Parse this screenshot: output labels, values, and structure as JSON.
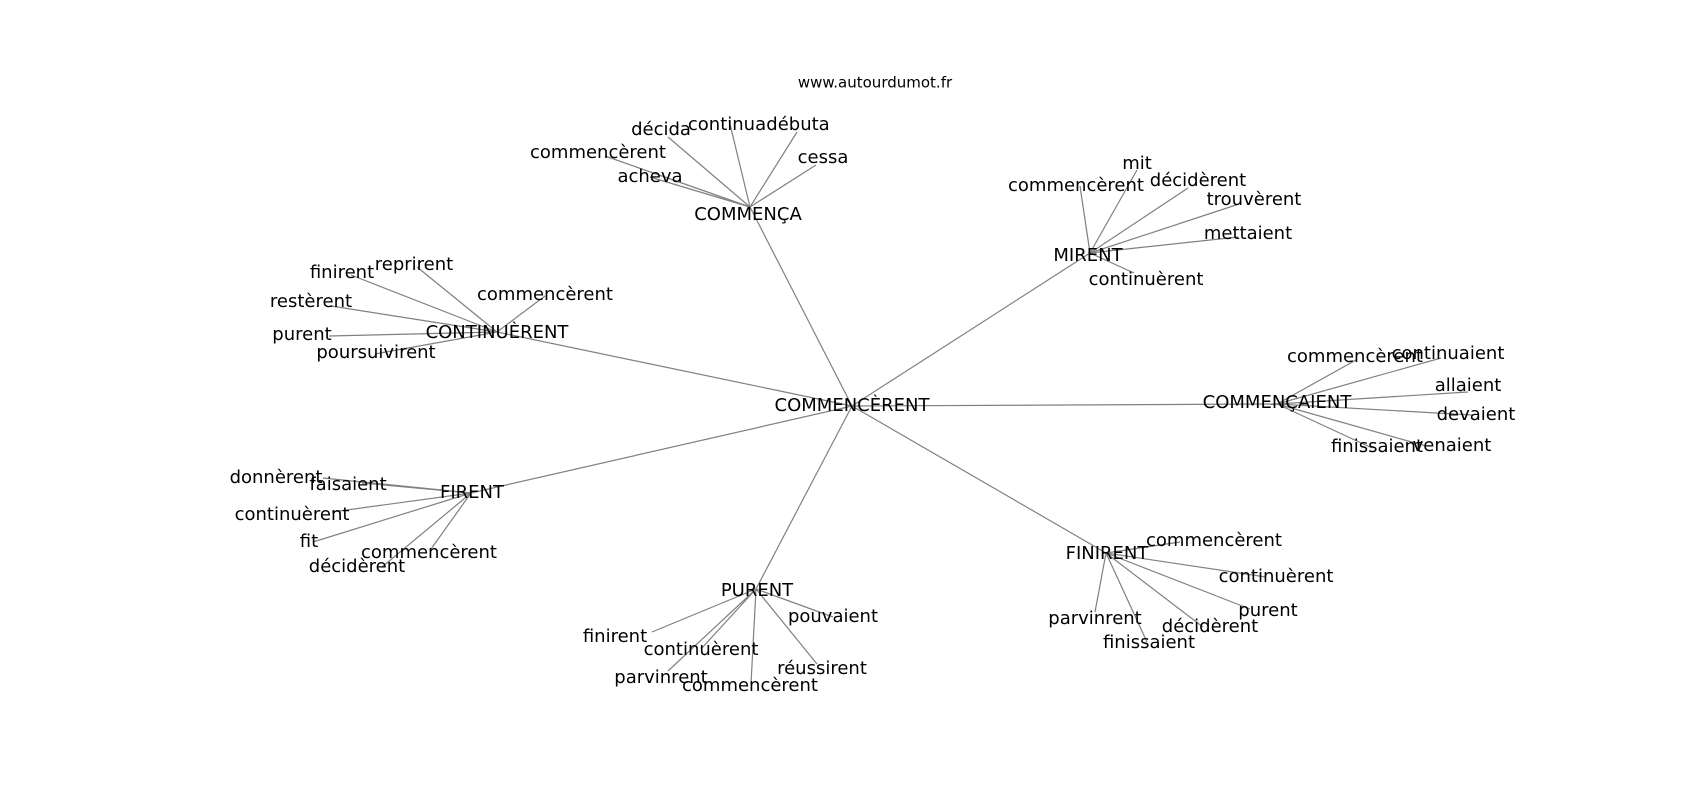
{
  "header": {
    "site_url": "www.autourdumot.fr"
  },
  "style": {
    "edge_color": "#808080",
    "text_color": "#000000",
    "background": "#ffffff"
  },
  "graph": {
    "root": "COMMENCÈRENT",
    "hubs": [
      {
        "id": "commenca",
        "label": "COMMENÇA",
        "leaves": [
          "décida",
          "continua",
          "débuta",
          "commencèrent",
          "acheva",
          "cessa"
        ]
      },
      {
        "id": "mirent",
        "label": "MIRENT",
        "leaves": [
          "mit",
          "commencèrent",
          "décidèrent",
          "trouvèrent",
          "mettaient",
          "continuèrent"
        ]
      },
      {
        "id": "continuerent",
        "label": "CONTINUÈRENT",
        "leaves": [
          "finirent",
          "reprirent",
          "restèrent",
          "commencèrent",
          "purent",
          "poursuivirent"
        ]
      },
      {
        "id": "commencaient",
        "label": "COMMENÇAIENT",
        "leaves": [
          "commencèrent",
          "continuaient",
          "allaient",
          "devaient",
          "finissaient",
          "venaient"
        ]
      },
      {
        "id": "firent",
        "label": "FIRENT",
        "leaves": [
          "donnèrent",
          "faisaient",
          "continuèrent",
          "fit",
          "décidèrent",
          "commencèrent"
        ]
      },
      {
        "id": "finirent",
        "label": "FINIRENT",
        "leaves": [
          "commencèrent",
          "continuèrent",
          "purent",
          "parvinrent",
          "décidèrent",
          "finissaient"
        ]
      },
      {
        "id": "purent",
        "label": "PURENT",
        "leaves": [
          "pouvaient",
          "finirent",
          "continuèrent",
          "réussirent",
          "parvinrent",
          "commencèrent"
        ]
      }
    ]
  }
}
